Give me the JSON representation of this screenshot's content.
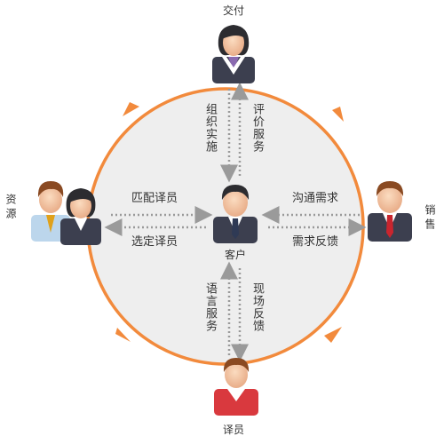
{
  "nodes": {
    "top": "交付",
    "left": "资源",
    "right": "销售",
    "bottom": "译员",
    "center": "客户"
  },
  "flows": {
    "top_down": "组织实施",
    "top_up": "评价服务",
    "left_right": "匹配译员",
    "right_left": "选定译员",
    "sales_to_client": "沟通需求",
    "client_to_sales": "需求反馈",
    "bottom_up": "语言服务",
    "bottom_down": "现场反馈"
  },
  "colors": {
    "ring": "#f28a3c",
    "ring_fill": "#eeeeee",
    "arrow_dotted": "#9a9a9a",
    "suit": "#3c3f4f",
    "skin": "#f3c6a0",
    "hair_dark": "#2c2c30",
    "hair_brown": "#8a4a22",
    "tie_red": "#c9252e",
    "sweater_red": "#d9393e",
    "shirt_blue": "#bcd6ec"
  },
  "icons": {
    "top": "female-manager-icon",
    "left": "resource-pair-icon",
    "right": "sales-person-icon",
    "bottom": "translator-icon",
    "center": "client-person-icon"
  }
}
